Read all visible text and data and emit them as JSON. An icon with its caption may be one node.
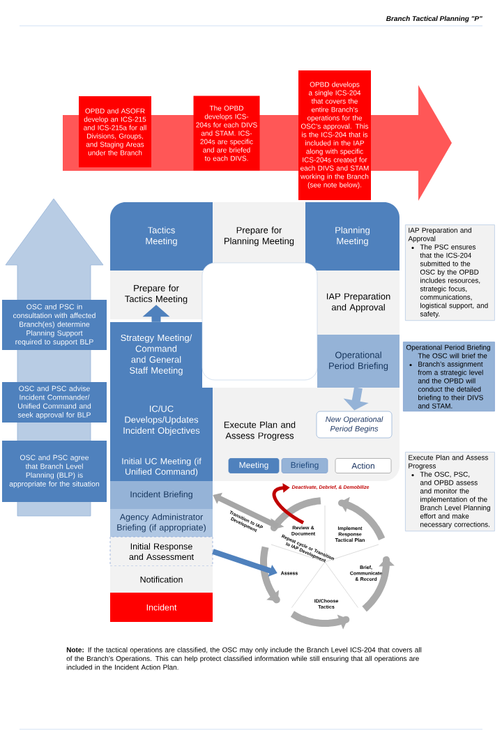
{
  "diagram": {
    "title": "Branch Tactical Planning \"P\"",
    "nodes": [
      {
        "text": [
          "OPBD and ASOFR develop an ICS-215 and ICS-215a for all Divisions, Groups, and Staging Areas under the Branch"
        ]
      },
      {
        "text": [
          "The OPBD develops ICS-204s for each DIVS and STAM. ICS-204s are specific and are briefed to each DIVS."
        ]
      },
      {
        "text": [
          "OPBD develops a single ICS-204 that covers the entire Branch’s operations for the OSC’s approval. This is the ICS-204 that is included in the IAP along with specific ICS-204s created for each DIVS and STAM working in the Branch (see note below)."
        ]
      },
      {
        "text": [
          "Tactics Meeting"
        ]
      },
      {
        "text": [
          "Prepare for Planning Meeting"
        ]
      },
      {
        "text": [
          "Planning Meeting"
        ]
      },
      {
        "text": [
          "Prepare for Tactics Meeting"
        ]
      },
      {
        "text": [
          "IAP Preparation and Approval"
        ]
      },
      {
        "text": [
          "Strategy Meeting/ Command and General Staff Meeting"
        ]
      },
      {
        "text": [
          "Operational Period Briefing"
        ]
      },
      {
        "text": [
          "IC/UC Develops/Updates Incident Objectives"
        ]
      },
      {
        "text": [
          "Execute Plan and Assess Progress"
        ]
      },
      {
        "text": [
          "New Operational Period Begins"
        ]
      },
      {
        "text": [
          "Initial UC Meeting (if Unified Command)"
        ]
      },
      {
        "text": [
          "Incident Briefing"
        ]
      },
      {
        "text": [
          "Agency Administrator Briefing (if appropriate)"
        ]
      },
      {
        "text": [
          "Initial Response and Assessment"
        ]
      },
      {
        "text": [
          "Notification"
        ]
      },
      {
        "text": [
          "Incident"
        ]
      },
      {
        "text": [
          "OSC and PSC in consultation with affected Branch(es) determine Planning Support required to support BLP"
        ]
      },
      {
        "text": [
          "OSC and PSC advise Incident Commander/ Unified Command and seek approval for BLP"
        ]
      },
      {
        "text": [
          "OSC and PSC agree that Branch Level Planning (BLP) is appropriate for the situation"
        ]
      },
      {
        "text": [
          "IAP Preparation and Approval",
          "The PSC ensures that the ICS-204 submitted to the OSC by the OPBD includes resources, strategic focus, communications, logistical support, and safety."
        ]
      },
      {
        "text": [
          "Operational Period Briefing",
          "The OSC will brief the Branch’s assignment from a strategic level and the OPBD will conduct the detailed briefing to their DIVS and STAM."
        ]
      },
      {
        "text": [
          "Execute Plan and Assess Progress",
          "The OSC, PSC, and OPBD assess and monitor the implementation of the Branch Level Planning effort and make necessary corrections."
        ]
      },
      {
        "text": [
          "Implement Response Tactical Plan"
        ]
      },
      {
        "text": [
          "Brief, Communicate & Record"
        ]
      },
      {
        "text": [
          "ID/Choose Tactics"
        ]
      },
      {
        "text": [
          "Assess"
        ]
      },
      {
        "text": [
          "Review & Document"
        ]
      },
      {
        "text": [
          "Deactivate, Debrief, & Demobilize"
        ]
      }
    ],
    "edges": [
      {
        "from": 8,
        "to": 6,
        "arrow": "to",
        "color": "#4f81bd"
      },
      {
        "from": 9,
        "to": 12,
        "arrow": "to",
        "color": "#95b3d7"
      },
      {
        "from": 16,
        "to": 28,
        "arrow": "to",
        "color": "#4f81bd"
      },
      {
        "from": 29,
        "to": 14,
        "arrow": "to",
        "label": "Transition to IAP Development",
        "color": "#a6a6a6"
      },
      {
        "from": 29,
        "to": 30,
        "arrow": "to",
        "color": "#c00000"
      },
      {
        "from": 0,
        "to": 1,
        "arrow": "to",
        "color": "#ff5757"
      },
      {
        "from": 1,
        "to": 2,
        "arrow": "to",
        "color": "#ff5757"
      },
      {
        "from": 21,
        "to": 20,
        "arrow": "to",
        "color": "#b8cce4"
      },
      {
        "from": 20,
        "to": 19,
        "arrow": "to",
        "color": "#b8cce4"
      }
    ],
    "labels": [
      "Repeat cycle or Transition to IAP Development",
      "**Note:** If the tactical operations are classified, the OSC may only include the Branch Level ICS-204 that covers all of the Branch’s Operations.  This can help protect classified information while still ensuring that all operations are included in the Incident Action Plan."
    ],
    "legend": [
      {
        "text": "Meeting",
        "color": "#4f81bd"
      },
      {
        "text": "Briefing",
        "color": "#95b3d7"
      },
      {
        "text": "Action",
        "color": "#ffffff"
      }
    ]
  }
}
